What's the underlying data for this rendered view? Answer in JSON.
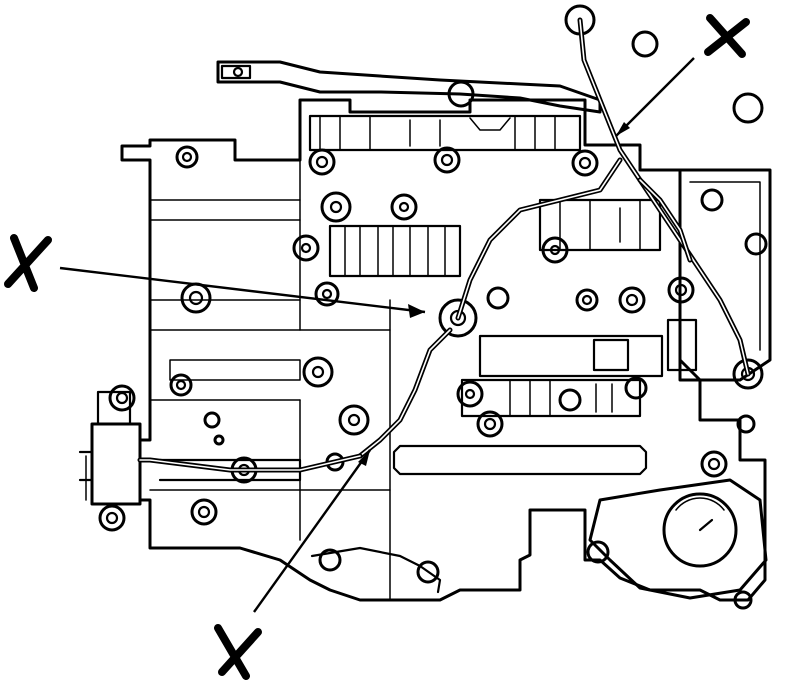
{
  "diagram": {
    "subject": "valve-body-assembly",
    "callouts": [
      {
        "id": "top-right",
        "label": "X"
      },
      {
        "id": "left",
        "label": "X"
      },
      {
        "id": "bottom",
        "label": "X"
      }
    ]
  }
}
